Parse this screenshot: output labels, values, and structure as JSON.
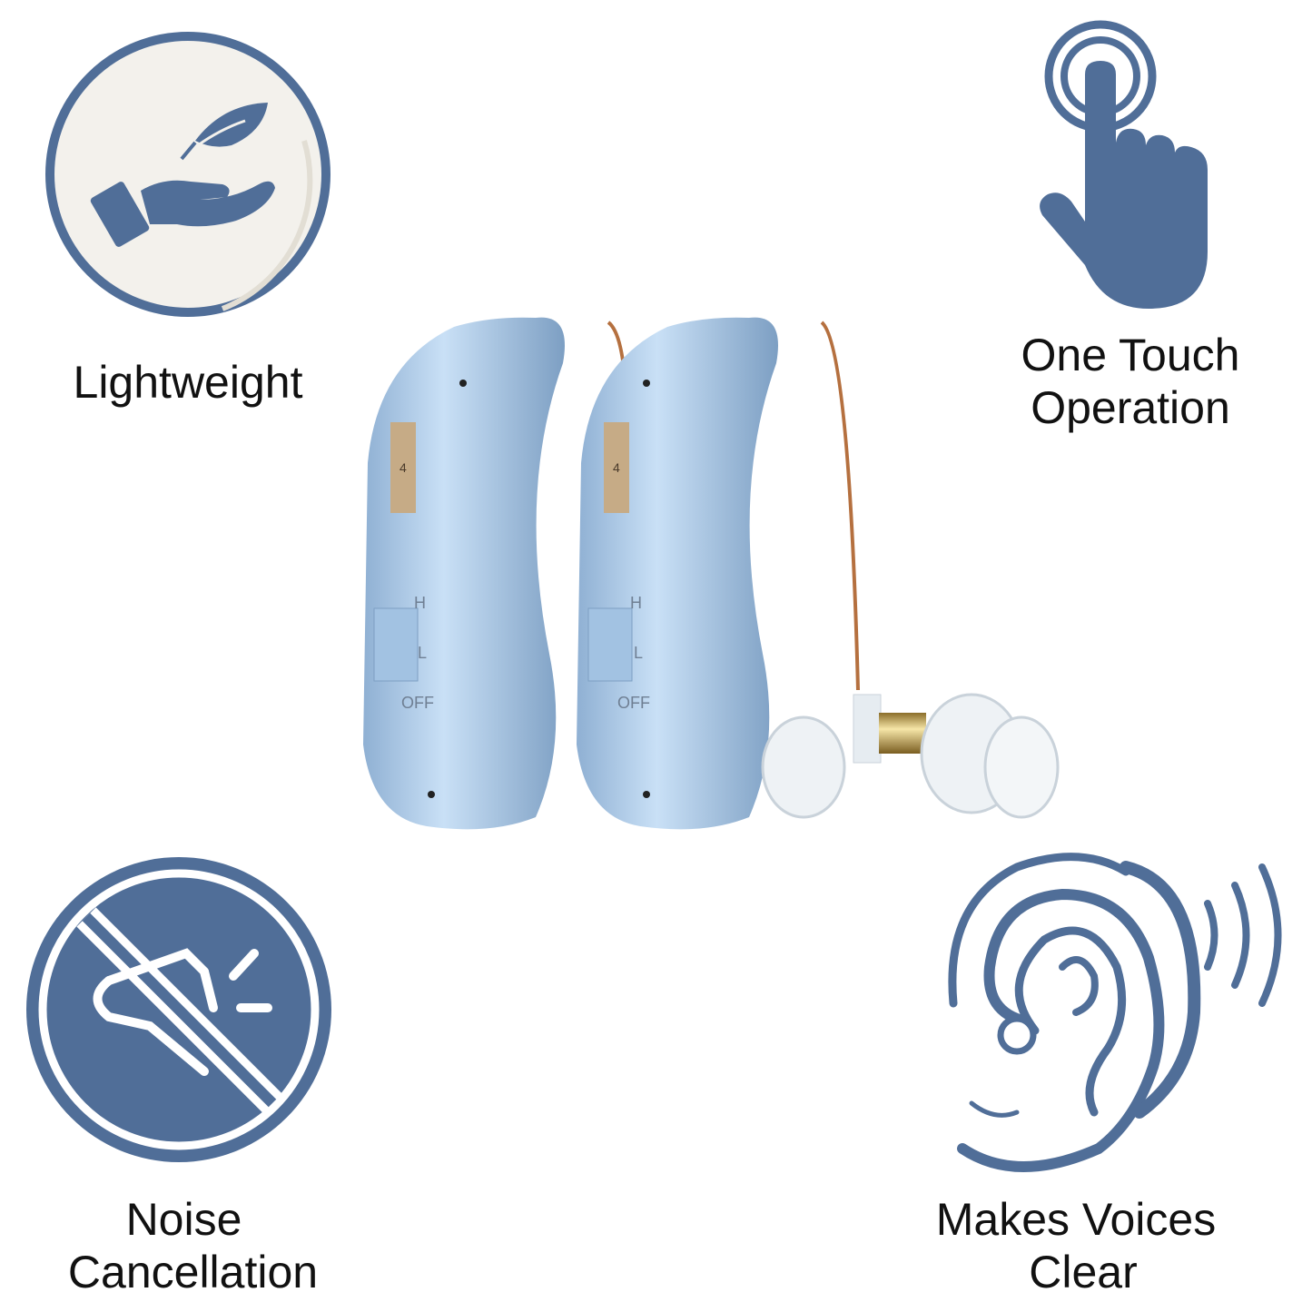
{
  "colors": {
    "icon_blue": "#506e98",
    "device_blue": "#a9c6e4",
    "background": "#ffffff",
    "circle_fill": "#f3f1ec"
  },
  "features": {
    "lightweight": {
      "label": "Lightweight",
      "icon": "hand-feather-icon"
    },
    "one_touch": {
      "line1": "One Touch",
      "line2": "Operation",
      "icon": "finger-tap-icon"
    },
    "noise": {
      "line1": "Noise",
      "line2": "Cancellation",
      "icon": "no-noise-icon"
    },
    "voices": {
      "line1": "Makes Voices",
      "line2": "Clear",
      "icon": "ear-hearing-aid-icon"
    }
  },
  "product": {
    "volume_wheel_number": "4",
    "switch_labels": {
      "high": "H",
      "low": "L",
      "off": "OFF"
    }
  }
}
